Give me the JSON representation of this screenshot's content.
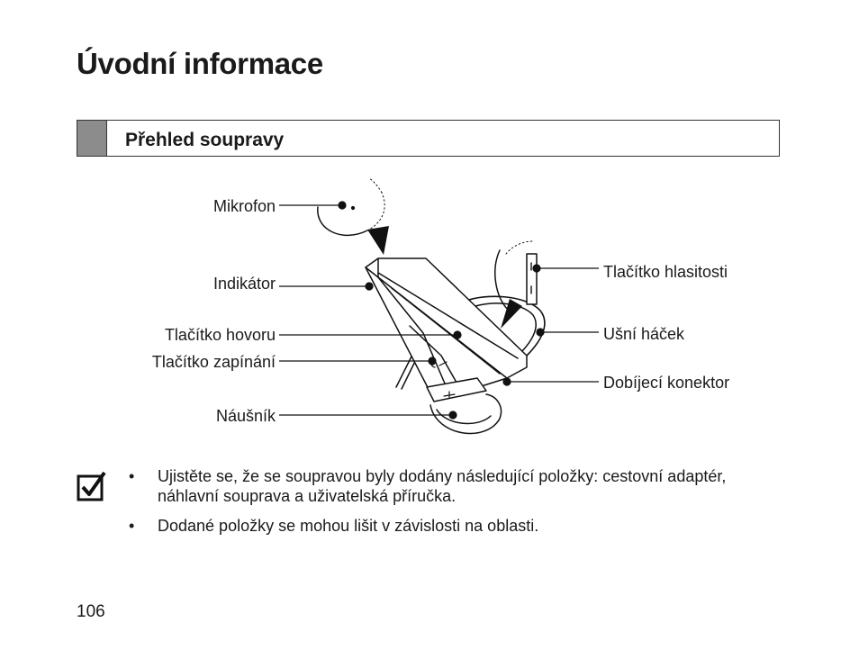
{
  "page": {
    "title": "Úvodní informace",
    "section_title": "Přehled soupravy",
    "page_number": "106"
  },
  "diagram": {
    "labels": {
      "microphone": "Mikrofon",
      "indicator": "Indikátor",
      "call_button": "Tlačítko hovoru",
      "power_button": "Tlačítko zapínání",
      "earpiece": "Náušník",
      "volume_button": "Tlačítko hlasitosti",
      "ear_hook": "Ušní háček",
      "charger_connector": "Dobíjecí konektor"
    }
  },
  "notes": {
    "icon": "checkbox-check-icon",
    "bullet": "•",
    "items": [
      "Ujistěte se, že se soupravou byly dodány následující položky: cestovní adaptér, náhlavní souprava a uživatelská příručka.",
      "Dodané položky se mohou lišit v závislosti na oblasti."
    ]
  }
}
